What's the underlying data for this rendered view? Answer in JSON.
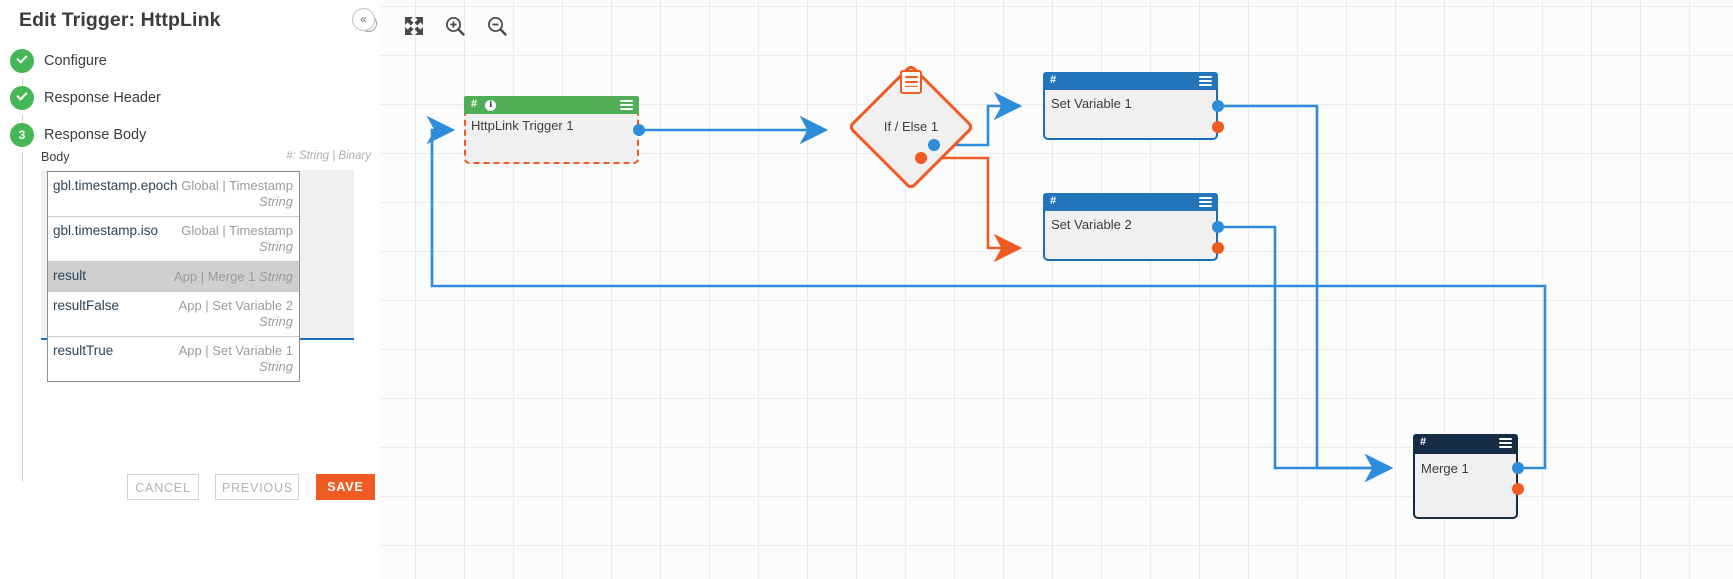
{
  "panel": {
    "title": "Edit Trigger: HttpLink",
    "help_icon": "question-mark-circle-icon",
    "steps": [
      {
        "label": "Configure",
        "state": "complete",
        "marker": "check"
      },
      {
        "label": "Response Header",
        "state": "complete",
        "marker": "check"
      },
      {
        "label": "Response Body",
        "state": "active",
        "marker": "3"
      }
    ],
    "form": {
      "body_label": "Body",
      "body_hint": "#: String | Binary",
      "body_value": "#"
    },
    "autocomplete": [
      {
        "name": "gbl.timestamp.epoch",
        "source": "Global | Timestamp",
        "type": "String",
        "selected": false,
        "one_line": false
      },
      {
        "name": "gbl.timestamp.iso",
        "source": "Global | Timestamp",
        "type": "String",
        "selected": false,
        "one_line": false
      },
      {
        "name": "result",
        "source": "App | Merge 1",
        "type": "String",
        "selected": true,
        "one_line": true
      },
      {
        "name": "resultFalse",
        "source": "App | Set Variable 2",
        "type": "String",
        "selected": false,
        "one_line": false
      },
      {
        "name": "resultTrue",
        "source": "App | Set Variable 1",
        "type": "String",
        "selected": false,
        "one_line": false
      }
    ],
    "buttons": {
      "cancel": "CANCEL",
      "previous": "PREVIOUS",
      "save": "SAVE"
    }
  },
  "collapse_handle": {
    "glyph": "«"
  },
  "canvas": {
    "toolbar": [
      {
        "name": "fit-to-screen-icon",
        "title": "Fit to screen"
      },
      {
        "name": "zoom-in-icon",
        "title": "Zoom in"
      },
      {
        "name": "zoom-out-icon",
        "title": "Zoom out"
      }
    ],
    "nodes": [
      {
        "id": "trigger",
        "label": "HttpLink Trigger 1",
        "hash": "#",
        "kind": "trigger",
        "header_color": "#4fae56",
        "selected": true
      },
      {
        "id": "ifelse",
        "label": "If / Else 1",
        "hash": "",
        "kind": "decision",
        "header_color": "#f15a22",
        "selected": false
      },
      {
        "id": "setvar1",
        "label": "Set Variable 1",
        "hash": "#",
        "kind": "action",
        "header_color": "#2274bb",
        "selected": false
      },
      {
        "id": "setvar2",
        "label": "Set Variable 2",
        "hash": "#",
        "kind": "action",
        "header_color": "#2274bb",
        "selected": false
      },
      {
        "id": "merge",
        "label": "Merge 1",
        "hash": "#",
        "kind": "merge",
        "header_color": "#152c44",
        "selected": false
      }
    ],
    "colors": {
      "edge_true": "#2e8ddb",
      "edge_false": "#f15a22",
      "grid": "#ebebeb",
      "accent": "#f15a22"
    }
  }
}
